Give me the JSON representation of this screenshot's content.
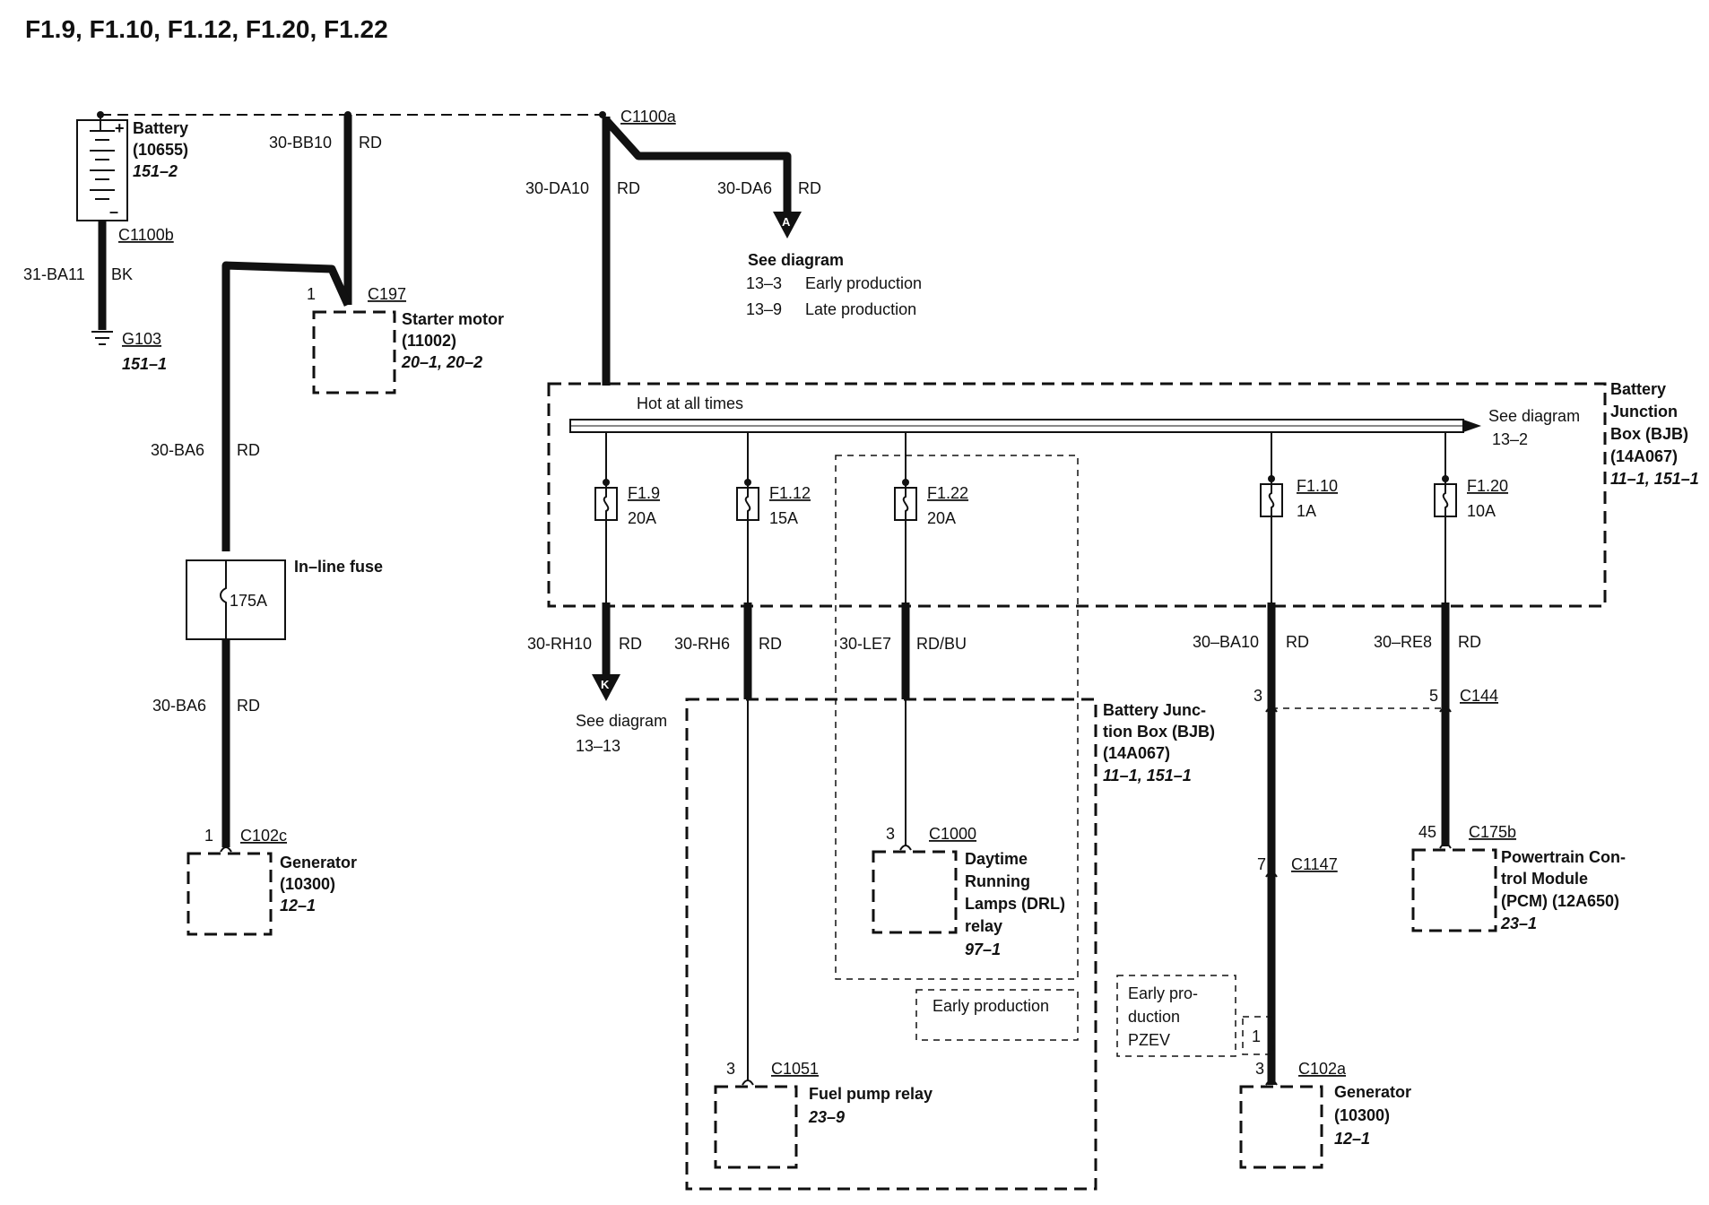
{
  "title": "F1.9, F1.10, F1.12, F1.20, F1.22",
  "battery": {
    "name": "Battery",
    "part": "(10655)",
    "ref": "151–2",
    "plus": "+",
    "minus": "–"
  },
  "c1100b": "C1100b",
  "c1100a": "C1100a",
  "wire_31ba11": {
    "circuit": "31-BA11",
    "color": "BK"
  },
  "g103": {
    "name": "G103",
    "ref": "151–1"
  },
  "wire_30bb10": {
    "circuit": "30-BB10",
    "color": "RD"
  },
  "starter": {
    "pin": "1",
    "connector": "C197",
    "name": "Starter motor",
    "part": "(11002)",
    "ref": "20–1, 20–2"
  },
  "wire_30da10": {
    "circuit": "30-DA10",
    "color": "RD"
  },
  "wire_30da6": {
    "circuit": "30-DA6",
    "color": "RD"
  },
  "arrow_a": "A",
  "see_a": {
    "heading": "See diagram",
    "row1_ref": "13–3",
    "row1_text": "Early production",
    "row2_ref": "13–9",
    "row2_text": "Late production"
  },
  "wire_30ba6_top": {
    "circuit": "30-BA6",
    "color": "RD"
  },
  "inline_fuse": {
    "name": "In–line fuse",
    "rating": "175A"
  },
  "wire_30ba6_bottom": {
    "circuit": "30-BA6",
    "color": "RD"
  },
  "gen_left": {
    "pin": "1",
    "connector": "C102c",
    "name": "Generator",
    "part": "(10300)",
    "ref": "12–1"
  },
  "bjb_top": {
    "hot_label": "Hot at all times",
    "see": "See diagram",
    "see_ref": "13–2",
    "line1": "Battery",
    "line2": "Junction",
    "line3": "Box (BJB)",
    "part": "(14A067)",
    "ref": "11–1, 151–1"
  },
  "fuses": [
    {
      "name": "F1.9",
      "rating": "20A"
    },
    {
      "name": "F1.12",
      "rating": "15A"
    },
    {
      "name": "F1.22",
      "rating": "20A"
    },
    {
      "name": "F1.10",
      "rating": "1A"
    },
    {
      "name": "F1.20",
      "rating": "10A"
    }
  ],
  "wires_out": [
    {
      "circuit": "30-RH10",
      "color": "RD"
    },
    {
      "circuit": "30-RH6",
      "color": "RD"
    },
    {
      "circuit": "30-LE7",
      "color": "RD/BU"
    },
    {
      "circuit": "30–BA10",
      "color": "RD"
    },
    {
      "circuit": "30–RE8",
      "color": "RD"
    }
  ],
  "arrow_k": "K",
  "see_k": {
    "heading": "See diagram",
    "ref": "13–13"
  },
  "bjb_bottom": {
    "line1": "Battery Junc-",
    "line2": "tion Box (BJB)",
    "part": "(14A067)",
    "ref": "11–1, 151–1"
  },
  "c144": {
    "pin_left": "3",
    "pin_right": "5",
    "connector": "C144"
  },
  "drl": {
    "pin": "3",
    "connector": "C1000",
    "line1": "Daytime",
    "line2": "Running",
    "line3": "Lamps (DRL)",
    "line4": "relay",
    "ref": "97–1"
  },
  "early_production": "Early production",
  "early_pzev": {
    "line1": "Early pro-",
    "line2": "duction",
    "line3": "PZEV",
    "pin": "1"
  },
  "fuel_pump": {
    "pin": "3",
    "connector": "C1051",
    "name": "Fuel pump relay",
    "ref": "23–9"
  },
  "c1147": {
    "pin": "7",
    "connector": "C1147"
  },
  "gen_right": {
    "pin": "3",
    "connector": "C102a",
    "name": "Generator",
    "part": "(10300)",
    "ref": "12–1"
  },
  "pcm": {
    "pin": "45",
    "connector": "C175b",
    "line1": "Powertrain Con-",
    "line2": "trol Module",
    "line3": "(PCM) (12A650)",
    "ref": "23–1"
  }
}
